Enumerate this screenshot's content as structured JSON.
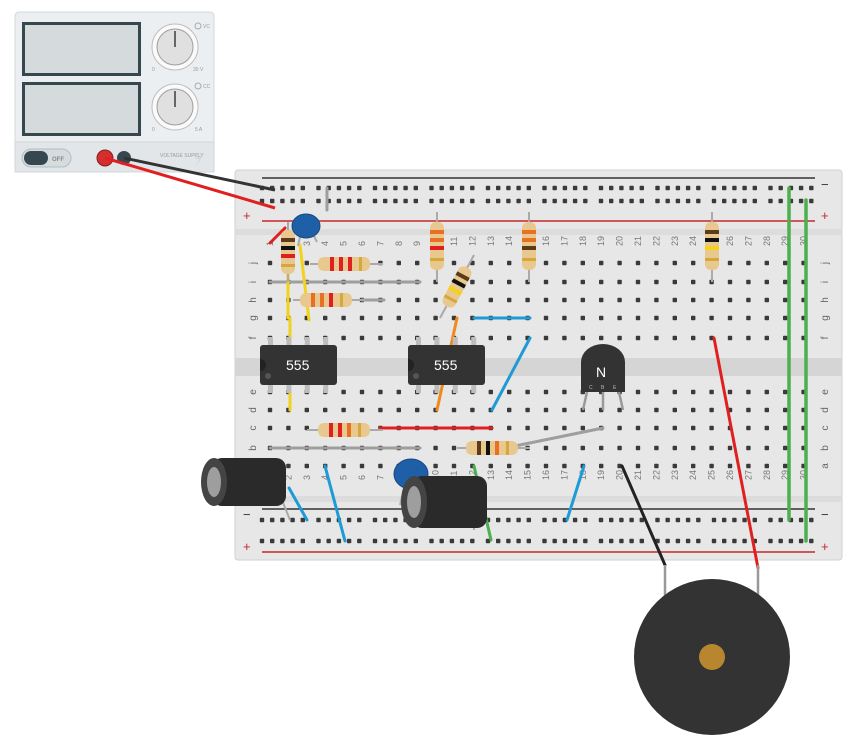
{
  "power_supply": {
    "label": "VOLTAGE SUPPLY",
    "off_label": "OFF",
    "voltage": {
      "indicator": "VC",
      "min": "0",
      "max": "30 V"
    },
    "current": {
      "indicator": "CC",
      "min": "0",
      "max": "5 A"
    }
  },
  "breadboard": {
    "rail_signs": {
      "minus": "−",
      "plus": "+"
    },
    "columns": [
      "1",
      "2",
      "3",
      "4",
      "5",
      "6",
      "7",
      "8",
      "9",
      "10",
      "11",
      "12",
      "13",
      "14",
      "15",
      "16",
      "17",
      "18",
      "19",
      "20",
      "21",
      "22",
      "23",
      "24",
      "25",
      "26",
      "27",
      "28",
      "29",
      "30"
    ],
    "rows_top": [
      "j",
      "i",
      "h",
      "g",
      "f"
    ],
    "rows_bottom": [
      "e",
      "d",
      "c",
      "b",
      "a"
    ]
  },
  "chips": [
    {
      "label": "555"
    },
    {
      "label": "555"
    }
  ],
  "transistor": {
    "label": "N",
    "pins": [
      "C",
      "B",
      "E"
    ]
  },
  "colors": {
    "board": "#e7e7e7",
    "rail_red": "#c62828",
    "rail_black": "#333333",
    "wire_yellow": "#f2d21b",
    "wire_blue": "#1e9bd7",
    "wire_green": "#4caf50",
    "wire_red": "#e02020",
    "wire_orange": "#f08a1c",
    "wire_gray": "#9e9e9e",
    "chip": "#333333",
    "buzzer": "#333333",
    "buzzer_center": "#b8862e"
  }
}
